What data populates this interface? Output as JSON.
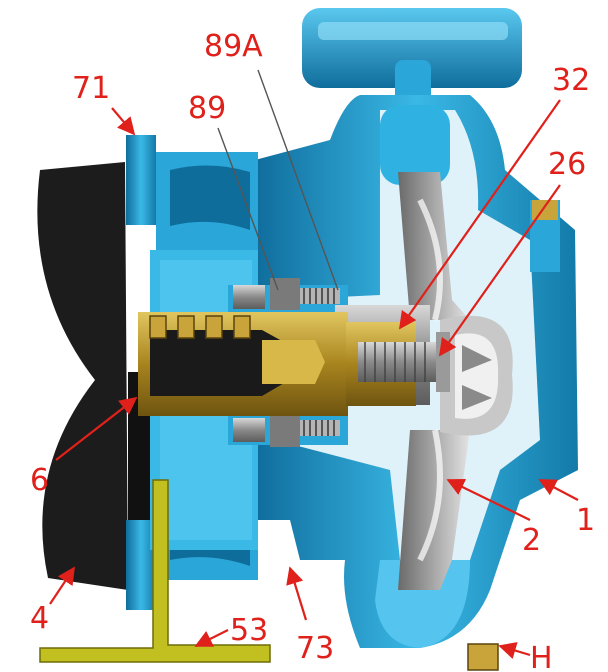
{
  "diagram": {
    "colors": {
      "casing_blue": "#2aa6d8",
      "casing_dark": "#0d5e86",
      "casing_light": "#6fd0f2",
      "cavity_white": "#eef8fc",
      "motor_black": "#1c1c1c",
      "shaft_brass": "#b8962a",
      "impeller_gray": "#9a9a9a",
      "baseplate_olive": "#c2c020",
      "callout_red": "#e0201b"
    },
    "callouts": {
      "c1": "1",
      "c2": "2",
      "c4": "4",
      "c6": "6",
      "c26": "26",
      "c32": "32",
      "c53": "53",
      "c71": "71",
      "c73": "73",
      "c89": "89",
      "c89a": "89A",
      "ch": "H"
    }
  }
}
